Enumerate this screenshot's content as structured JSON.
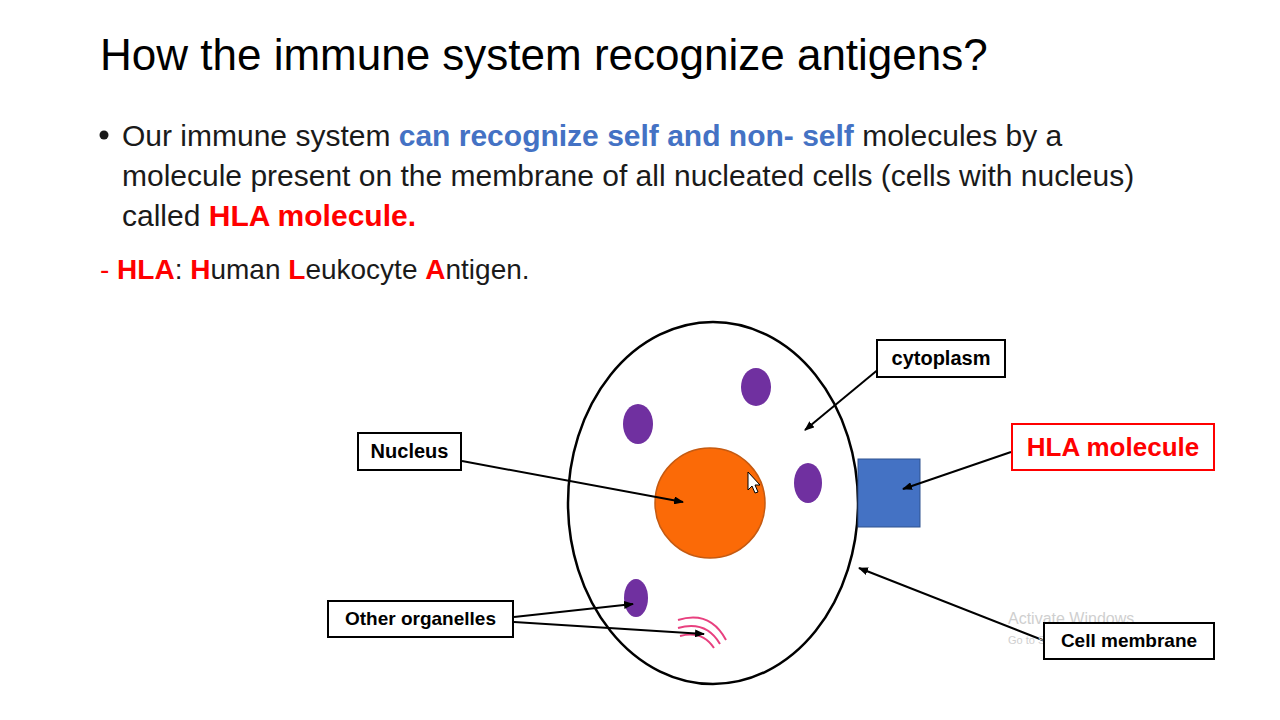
{
  "diagram": {
    "title": "How the immune system recognize antigens?",
    "nodes": [
      {
        "text": [
          "cytoplasm"
        ]
      },
      {
        "text": [
          "HLA molecule"
        ]
      },
      {
        "text": [
          "Nucleus"
        ]
      },
      {
        "text": [
          "Other organelles"
        ]
      },
      {
        "text": [
          "Cell membrane"
        ]
      }
    ],
    "labels": [
      "Our immune system",
      "can recognize self and non- self",
      "molecules by a molecule present on the membrane of all nucleated cells (cells with nucleus) called",
      "HLA molecule.",
      "-",
      "HLA",
      ":",
      "H",
      "uman",
      "L",
      "eukocyte",
      "A",
      "ntigen.",
      "Activate Windows",
      "Go to Settings to activate Windows."
    ]
  }
}
